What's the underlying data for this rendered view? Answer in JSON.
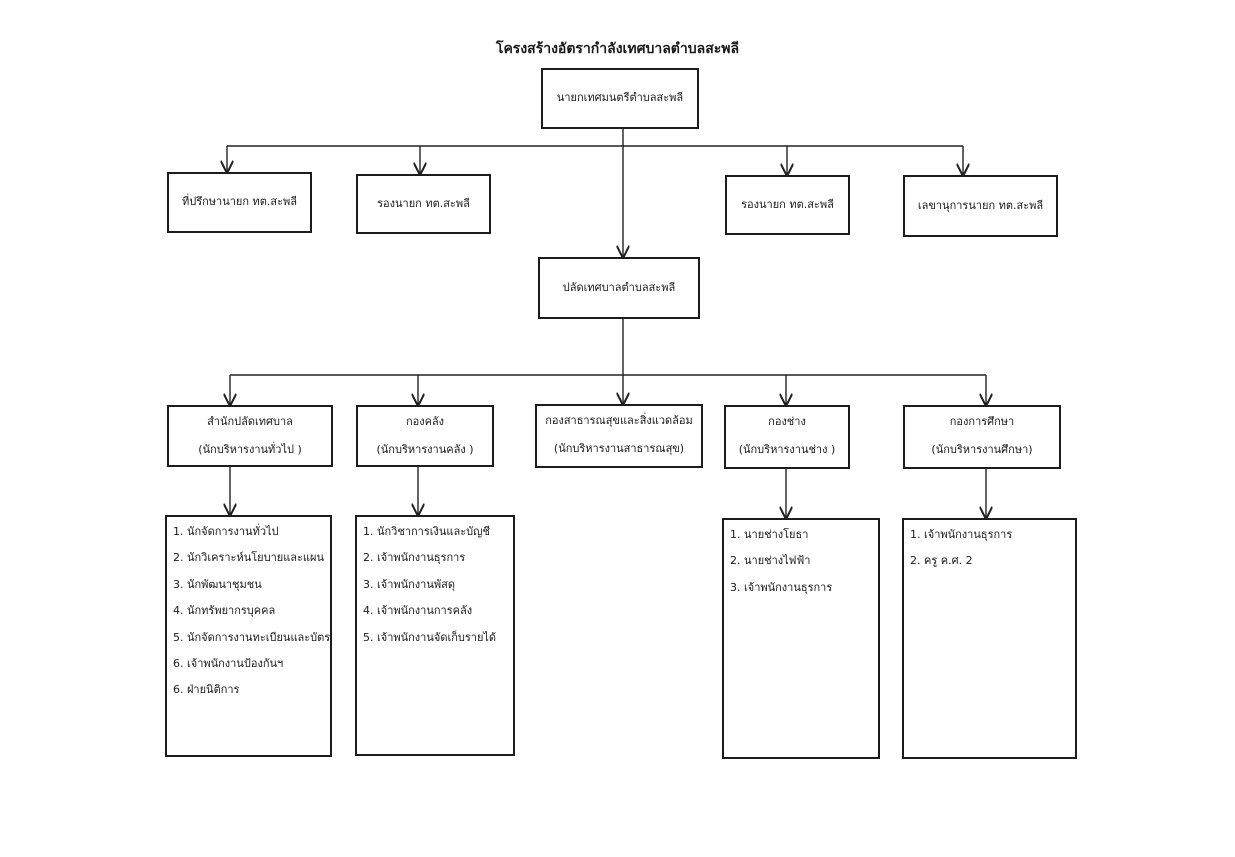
{
  "title": "โครงสร้างอัตรากำลังเทศบาลตำบลสะพลี",
  "mayor": "นายกเทศมนตรีตำบลสะพลี",
  "advisors": [
    "ที่ปรึกษานายก ทต.สะพลี",
    "รองนายก ทต.สะพลี",
    "รองนายก ทต.สะพลี",
    "เลขานุการนายก ทต.สะพลี"
  ],
  "clerk": "ปลัดเทศบาลตำบลสะพลี",
  "divisions": [
    {
      "name": "สำนักปลัดเทศบาล",
      "head": "(นักบริหารงานทั่วไป )",
      "staff": [
        "1. นักจัดการงานทั่วไป",
        "2. นักวิเคราะห์นโยบายและแผน",
        "3. นักพัฒนาชุมชน",
        "4. นักทรัพยากรบุคคล",
        "5. นักจัดการงานทะเบียนและบัตร",
        "6. เจ้าพนักงานป้องกันฯ",
        "6. ฝ่ายนิติการ"
      ]
    },
    {
      "name": "กองคลัง",
      "head": "(นักบริหารงานคลัง )",
      "staff": [
        "1. นักวิชาการเงินและบัญชี",
        "2. เจ้าพนักงานธุรการ",
        "3. เจ้าพนักงานพัสดุ",
        "4. เจ้าพนักงานการคลัง",
        "5. เจ้าพนักงานจัดเก็บรายได้"
      ]
    },
    {
      "name": "กองสาธารณสุขและสิ่งแวดล้อม",
      "head": "(นักบริหารงานสาธารณสุข)",
      "staff": []
    },
    {
      "name": "กองช่าง",
      "head": "(นักบริหารงานช่าง )",
      "staff": [
        "1. นายช่างโยธา",
        "2. นายช่างไฟฟ้า",
        "3. เจ้าพนักงานธุรการ"
      ]
    },
    {
      "name": "กองการศึกษา",
      "head": "(นักบริหารงานศึกษา)",
      "staff": [
        "1. เจ้าพนักงานธุรการ",
        "2. ครู ค.ศ. 2"
      ]
    }
  ]
}
